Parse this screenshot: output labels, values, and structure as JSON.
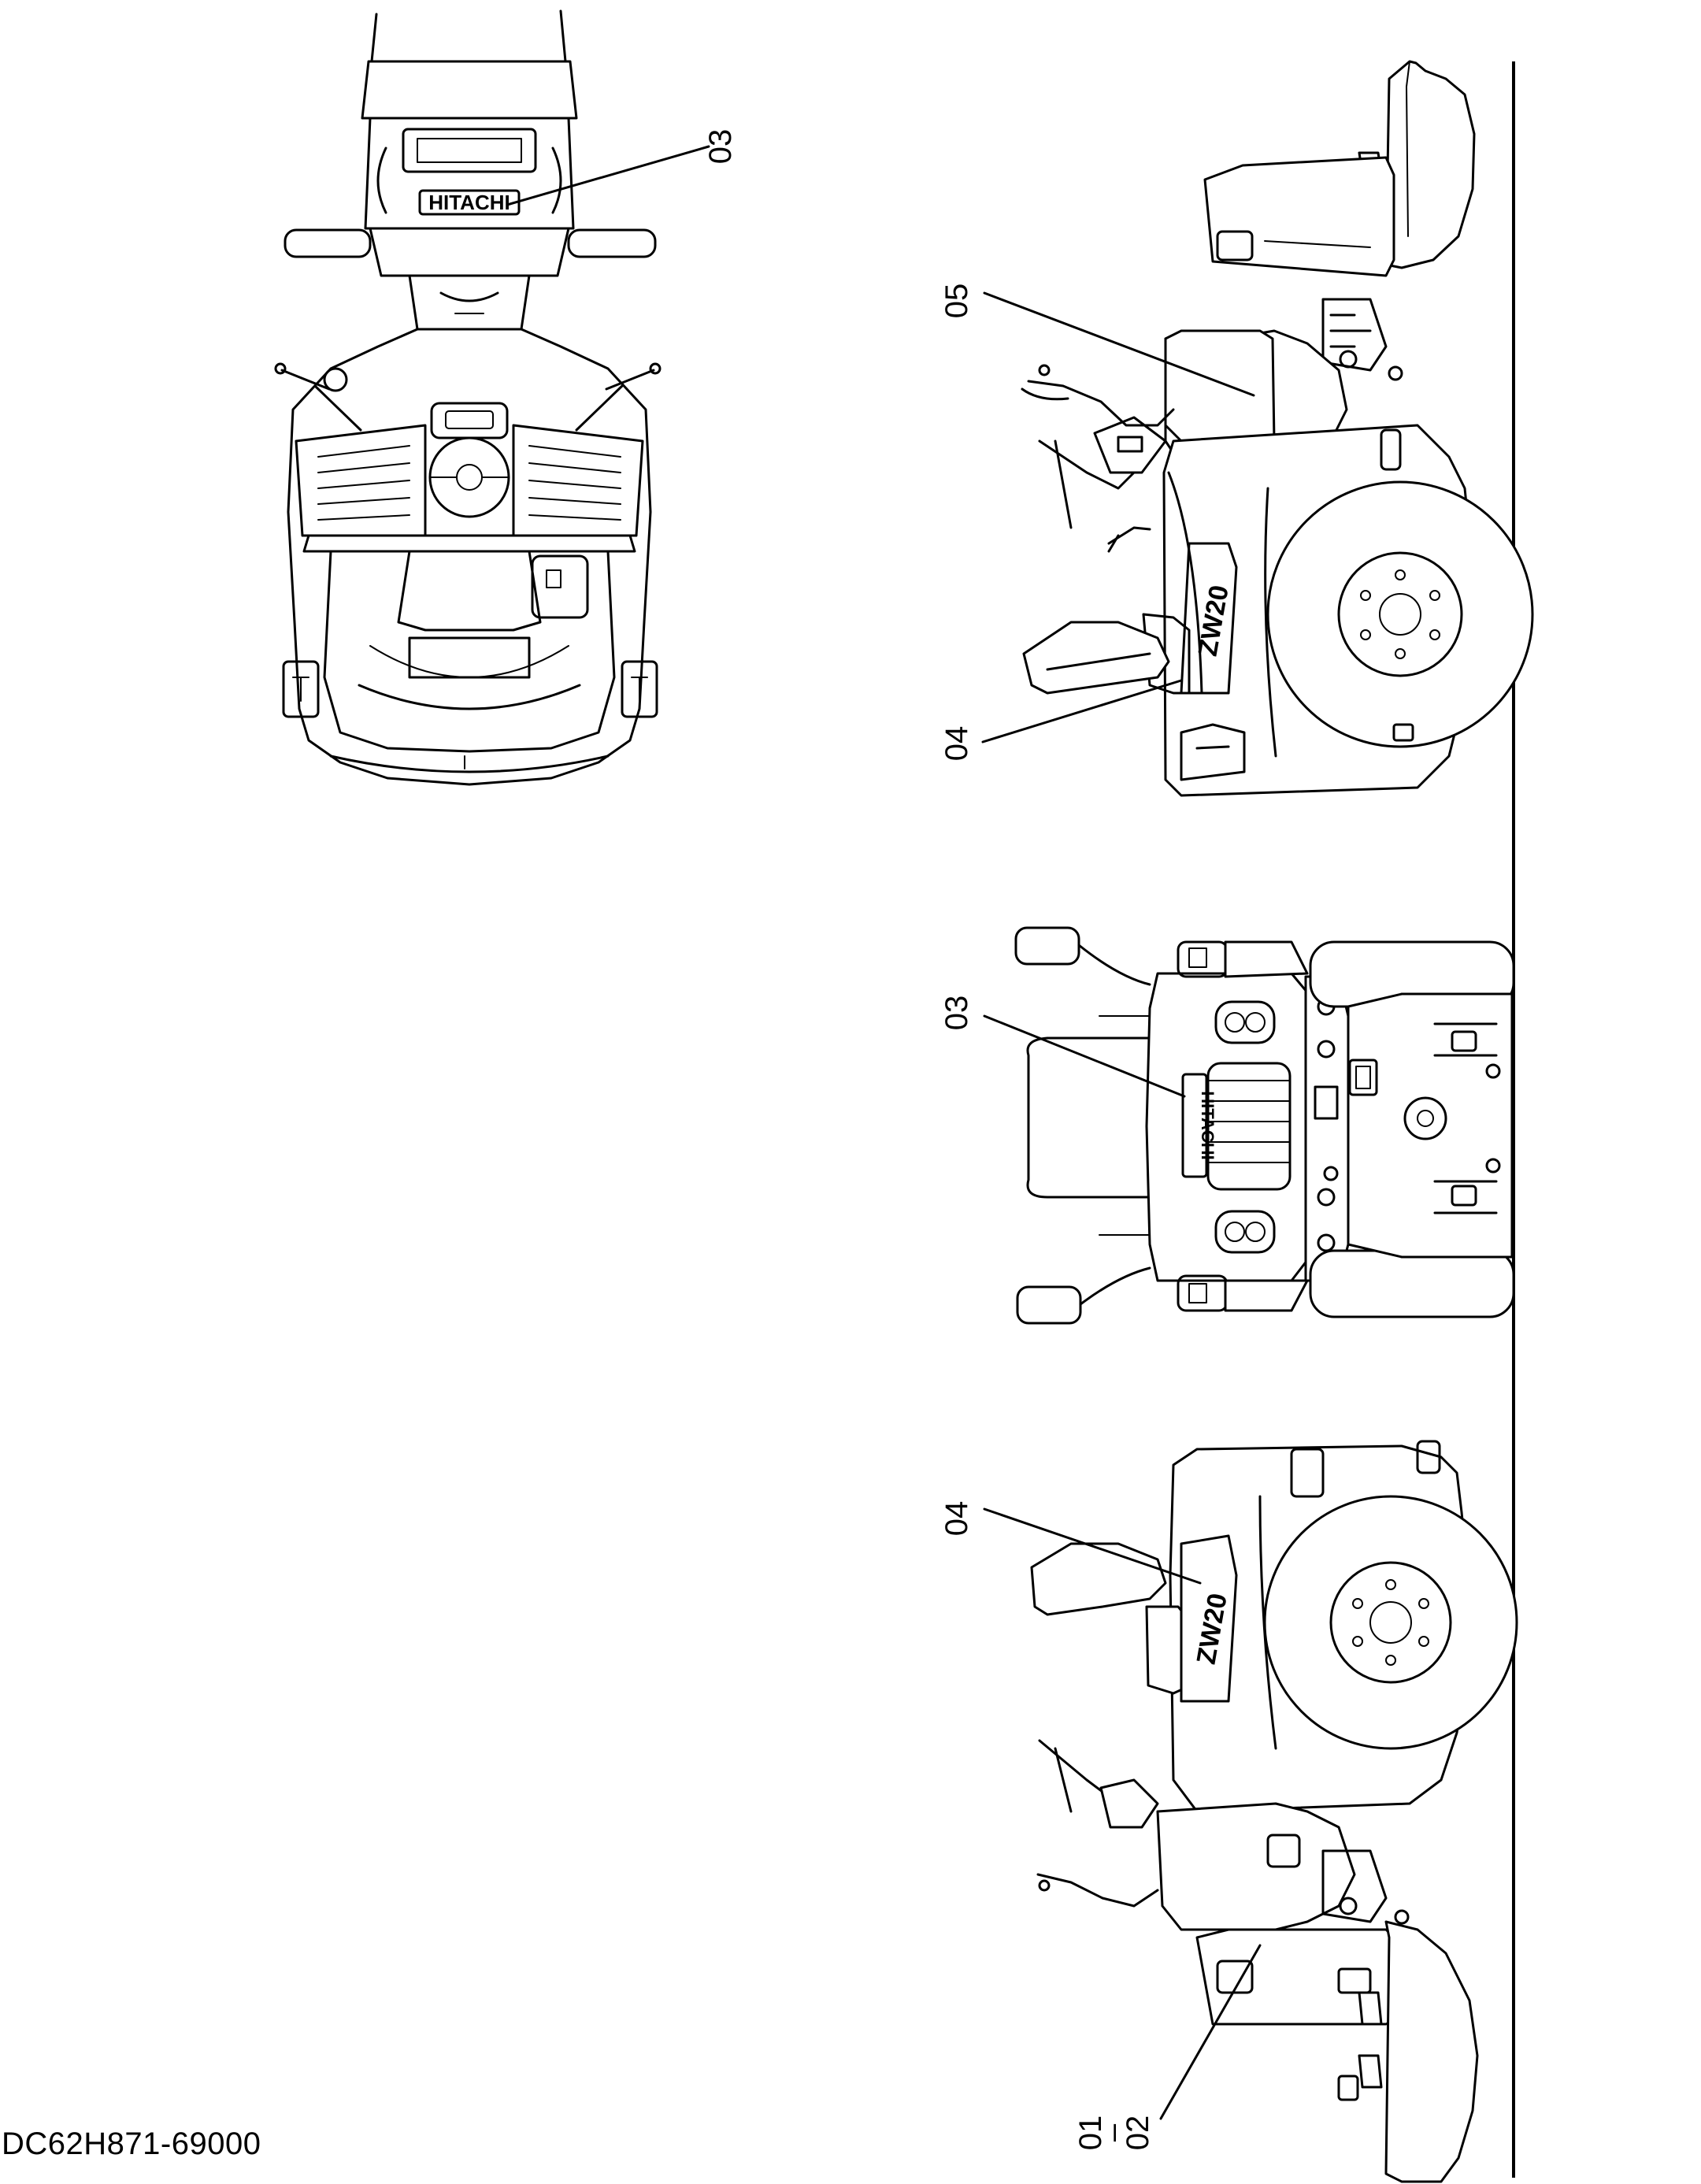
{
  "document": {
    "code": "DC62H871-69000"
  },
  "callouts": {
    "top_view": "03",
    "side_right_upper": "05",
    "side_right_lower": "04",
    "front_view": "03",
    "side_left_upper": "04",
    "side_left_lower_a": "01",
    "side_left_lower_b": "02"
  },
  "decals": {
    "brand": "HITACHI",
    "model": "ZW20"
  }
}
